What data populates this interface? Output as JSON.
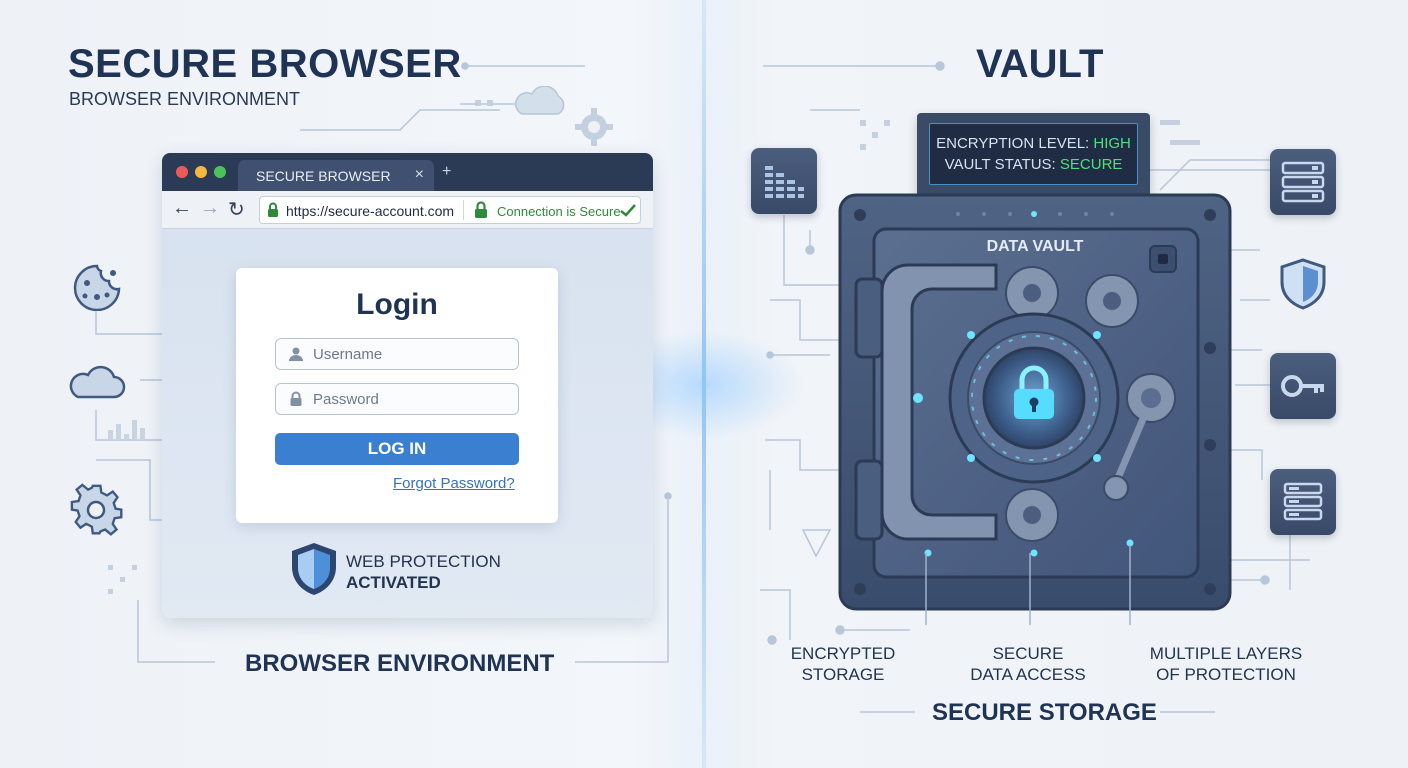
{
  "left": {
    "title": "SECURE BROWSER",
    "subtitle": "BROWSER ENVIRONMENT",
    "caption": "BROWSER ENVIRONMENT"
  },
  "browser": {
    "tab_label": "SECURE BROWSER",
    "tab_close": "×",
    "new_tab": "+",
    "url": "https://secure-account.com",
    "connection_status": "Connection is Secure"
  },
  "login": {
    "title": "Login",
    "username_placeholder": "Username",
    "password_placeholder": "Password",
    "button_label": "LOG IN",
    "forgot_link": "Forgot Password?"
  },
  "protection": {
    "line1": "WEB PROTECTION",
    "line2": "ACTIVATED"
  },
  "right": {
    "title": "VAULT",
    "caption": "SECURE STORAGE"
  },
  "vault": {
    "encryption_label": "ENCRYPTION LEVEL:",
    "encryption_value": "HIGH",
    "status_label": "VAULT STATUS:",
    "status_value": "SECURE",
    "door_label": "DATA VAULT"
  },
  "features": [
    {
      "line1": "ENCRYPTED",
      "line2": "STORAGE"
    },
    {
      "line1": "SECURE",
      "line2": "DATA ACCESS"
    },
    {
      "line1": "MULTIPLE LAYERS",
      "line2": "OF PROTECTION"
    }
  ],
  "colors": {
    "navy": "#1f3354",
    "accent_blue": "#3b80d0",
    "secure_green": "#2e8a3b",
    "status_green": "#4fe07a",
    "glow_cyan": "#5fd8ff"
  },
  "icons": {
    "left_side": [
      "cookie-icon",
      "cloud-icon",
      "gear-icon"
    ],
    "right_side": [
      "chart-icon",
      "server-icon",
      "shield-icon",
      "key-icon",
      "database-icon"
    ]
  }
}
